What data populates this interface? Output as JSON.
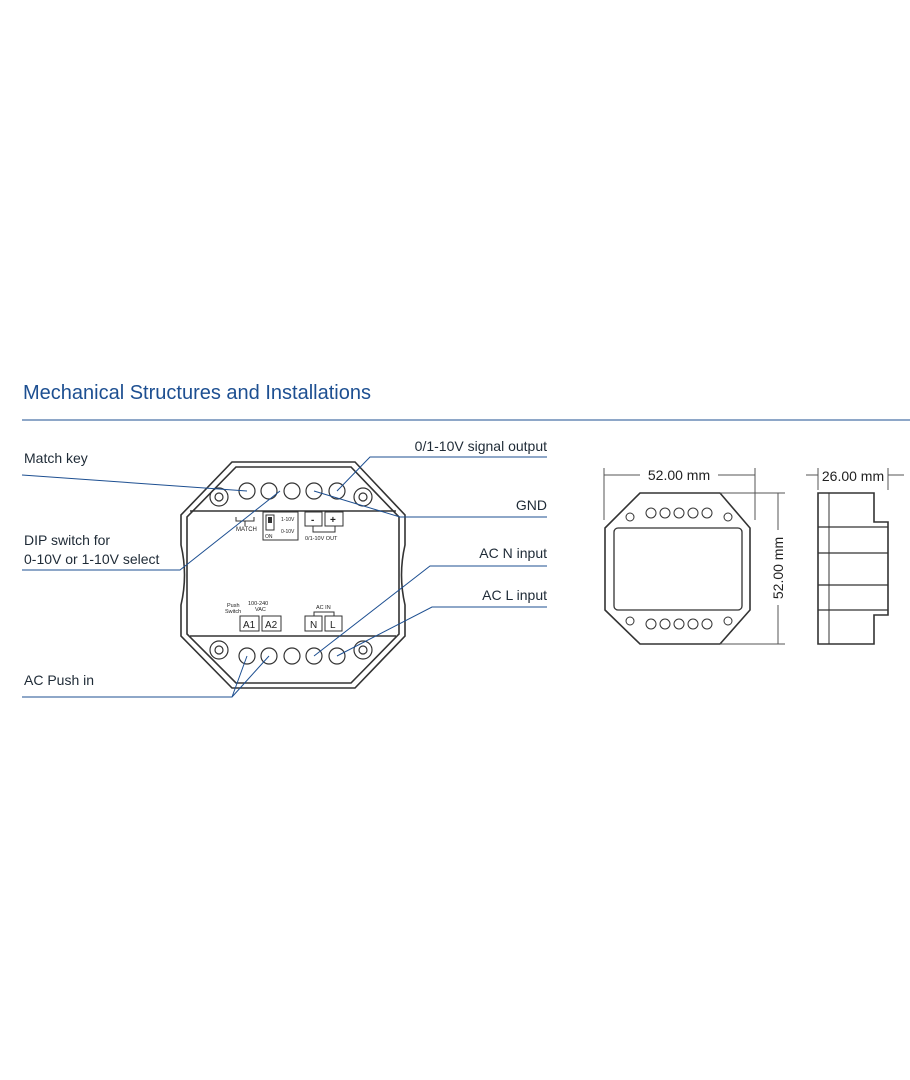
{
  "title": "Mechanical Structures and Installations",
  "colors": {
    "accent": "#1d4f91"
  },
  "callouts": {
    "match_key": "Match key",
    "dip_line1": "DIP switch for",
    "dip_line2": "0-10V or 1-10V select",
    "ac_push_in": "AC Push in",
    "signal_output": "0/1-10V signal output",
    "gnd": "GND",
    "ac_n_input": "AC N input",
    "ac_l_input": "AC L input"
  },
  "device_labels": {
    "match": "MATCH",
    "dip_1_10v": "1-10V",
    "dip_0_10v": "0-10V",
    "dip_on": "ON",
    "minus": "-",
    "plus": "+",
    "out": "0/1-10V OUT",
    "push": "Push",
    "switch": "Switch",
    "vac_range": "100-240",
    "vac": "VAC",
    "a1": "A1",
    "a2": "A2",
    "ac_in": "AC IN",
    "n": "N",
    "l": "L"
  },
  "dimensions": {
    "width": "52.00 mm",
    "height": "52.00 mm",
    "depth": "26.00 mm"
  }
}
